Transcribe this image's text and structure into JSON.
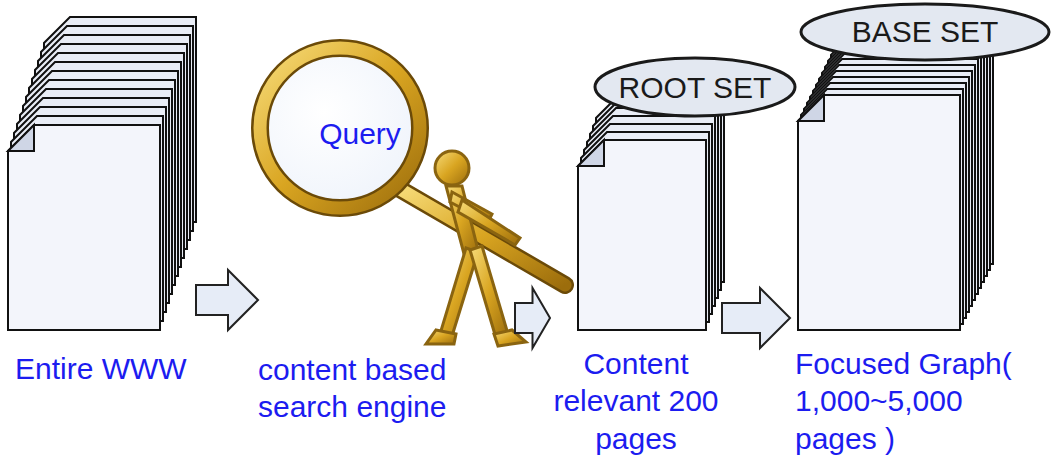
{
  "diagram": {
    "nodes": [
      {
        "text": [
          "Entire WWW"
        ]
      },
      {
        "text": [
          "Query",
          "content based search engine"
        ]
      },
      {
        "text": [
          "ROOT SET",
          "Content relevant 200 pages"
        ]
      },
      {
        "text": [
          "BASE SET",
          "Focused Graph( 1,000~5,000 pages )"
        ]
      }
    ],
    "edges": [
      {
        "from": 0,
        "to": 1,
        "arrow": "to"
      },
      {
        "from": 1,
        "to": 2,
        "arrow": "to"
      },
      {
        "from": 2,
        "to": 3,
        "arrow": "to"
      }
    ]
  }
}
